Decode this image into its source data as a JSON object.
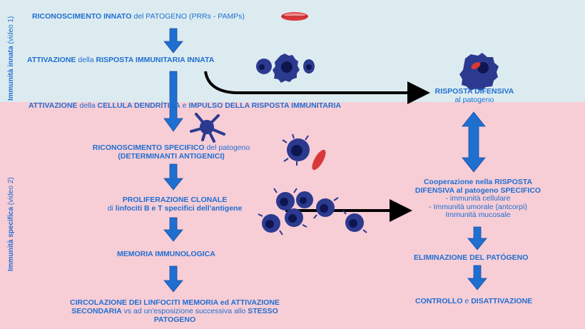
{
  "sidebar": {
    "innate_label": "Immunità innata",
    "innate_note": "(video 1)",
    "specific_label": "Immunità specifica",
    "specific_note": "(video 2)"
  },
  "left_steps": {
    "s1": {
      "bold1": "RICONOSCIMENTO INNATO",
      "mid": " del ",
      "reg": "PATOGENO (PRRs - PAMPs)"
    },
    "s2": {
      "bold1": "ATTIVAZIONE",
      "mid": " della ",
      "bold2": "RISPOSTA IMMUNITARIA  INNATA"
    },
    "s3": {
      "bold1": "ATTIVAZIONE",
      "mid1": " della ",
      "bold2": "CELLULA DENDRÍTICA",
      "mid2": " e ",
      "bold3": "IMPULSO DELLA RISPOSTA IMMUNITARIA"
    },
    "s4": {
      "bold1": "RICONOSCIMENTO SPECIFICO",
      "mid": " del patogeno",
      "line2": "(DETERMINANTI ANTIGENICI)"
    },
    "s5": {
      "line1": "PROLIFERAZIONE CLONALE",
      "pre": "di ",
      "bold2": "linfociti B e T specifici dell'antigene"
    },
    "s6": {
      "text": "MEMORIA IMMUNOLOGICA"
    },
    "s7": {
      "line1": "CIRCOLAZIONE DEI LINFOCITI MEMORIA ed ATTIVAZIONE",
      "bold2": "SECONDARIA",
      "mid2": " vs ad un'esposizione successiva allo ",
      "bold3": "STESSO",
      "line3": "PATOGENO"
    }
  },
  "right_steps": {
    "r1": {
      "line1": "RISPOSTA DIFENSIVA",
      "line2": "al patogeno"
    },
    "r2": {
      "line1": "Cooperazione nella RISPOSTA",
      "line2": "DIFENSIVA al patogeno  SPECIFICO",
      "item1": "- immunità cellulare",
      "item2": "- Immunità umorale (antcorpi)",
      "item3": "Immunità mucosale"
    },
    "r3": {
      "text": "ELIMINAZIONE DEL PATÓGENO"
    },
    "r4": {
      "bold1": "CONTROLLO",
      "mid": "  e ",
      "bold2": "DISATTIVAZIONE"
    }
  },
  "colors": {
    "top_band": "#dcebf0",
    "bottom_band": "#f7cdd6",
    "text_blue": "#1f6fd1",
    "arrow_blue": "#1f6fd1",
    "cell_blue": "#2b3a8f",
    "pathogen_red": "#d93838"
  }
}
